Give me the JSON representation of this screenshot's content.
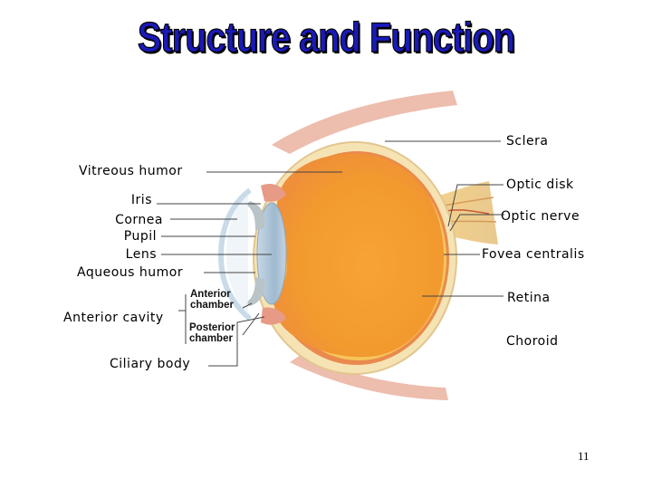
{
  "title": "Structure and Function",
  "labels": {
    "sclera": "Sclera",
    "vitreous_humor": "Vitreous humor",
    "optic_disk": "Optic disk",
    "iris": "Iris",
    "cornea": "Cornea",
    "optic_nerve": "Optic nerve",
    "pupil": "Pupil",
    "lens": "Lens",
    "fovea_centralis": "Fovea centralis",
    "aqueous_humor": "Aqueous humor",
    "anterior_chamber": [
      "Anterior",
      "chamber"
    ],
    "posterior_chamber": [
      "Posterior",
      "chamber"
    ],
    "anterior_cavity": "Anterior cavity",
    "retina": "Retina",
    "choroid": "Choroid",
    "ciliary_body": "Ciliary body"
  },
  "page_number": "11",
  "colors": {
    "title": "#1a1ab8",
    "vitreous": "#f29a2e",
    "retina": "#f6c55a",
    "choroid": "#e98a4e",
    "sclera": "#f6e3b4",
    "cornea": "#c9dbe8",
    "muscle": "#eab2a0"
  }
}
